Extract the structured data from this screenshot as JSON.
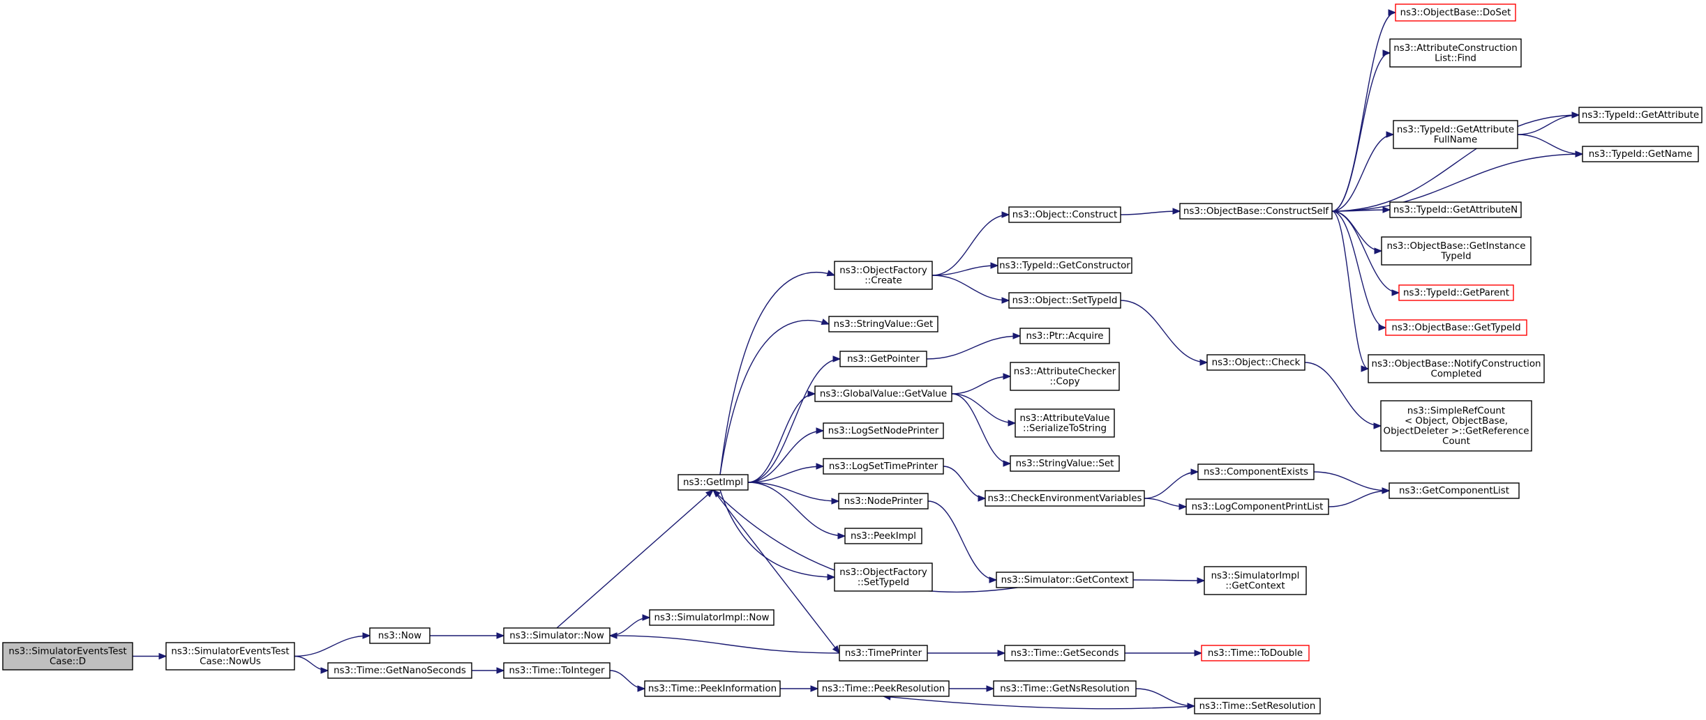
{
  "diagram": {
    "nodes": {
      "root": {
        "lines": [
          "ns3::SimulatorEventsTest",
          "Case::D"
        ],
        "highlight": "root"
      },
      "nowus": {
        "lines": [
          "ns3::SimulatorEventsTest",
          "Case::NowUs"
        ]
      },
      "now": {
        "lines": [
          "ns3::Now"
        ]
      },
      "getnano": {
        "lines": [
          "ns3::Time::GetNanoSeconds"
        ]
      },
      "simnow": {
        "lines": [
          "ns3::Simulator::Now"
        ]
      },
      "tointeger": {
        "lines": [
          "ns3::Time::ToInteger"
        ]
      },
      "simimplnow": {
        "lines": [
          "ns3::SimulatorImpl::Now"
        ]
      },
      "peekinfo": {
        "lines": [
          "ns3::Time::PeekInformation"
        ]
      },
      "getimpl": {
        "lines": [
          "ns3::GetImpl"
        ]
      },
      "peekres": {
        "lines": [
          "ns3::Time::PeekResolution"
        ]
      },
      "getnsres": {
        "lines": [
          "ns3::Time::GetNsResolution"
        ]
      },
      "setres": {
        "lines": [
          "ns3::Time::SetResolution"
        ]
      },
      "ofcreate": {
        "lines": [
          "ns3::ObjectFactory",
          "::Create"
        ]
      },
      "strget": {
        "lines": [
          "ns3::StringValue::Get"
        ]
      },
      "getpointer": {
        "lines": [
          "ns3::GetPointer"
        ]
      },
      "gvgetvalue": {
        "lines": [
          "ns3::GlobalValue::GetValue"
        ]
      },
      "logsetnode": {
        "lines": [
          "ns3::LogSetNodePrinter"
        ]
      },
      "logsettime": {
        "lines": [
          "ns3::LogSetTimePrinter"
        ]
      },
      "nodeprinter": {
        "lines": [
          "ns3::NodePrinter"
        ]
      },
      "peekimpl": {
        "lines": [
          "ns3::PeekImpl"
        ]
      },
      "ofsettypeid": {
        "lines": [
          "ns3::ObjectFactory",
          "::SetTypeId"
        ]
      },
      "timeprinter": {
        "lines": [
          "ns3::TimePrinter"
        ]
      },
      "objconstruct": {
        "lines": [
          "ns3::Object::Construct"
        ]
      },
      "tidgetctor": {
        "lines": [
          "ns3::TypeId::GetConstructor"
        ]
      },
      "objsettypeid": {
        "lines": [
          "ns3::Object::SetTypeId"
        ]
      },
      "ptracquire": {
        "lines": [
          "ns3::Ptr::Acquire"
        ]
      },
      "acheckcopy": {
        "lines": [
          "ns3::AttributeChecker",
          "::Copy"
        ]
      },
      "avserialize": {
        "lines": [
          "ns3::AttributeValue",
          "::SerializeToString"
        ]
      },
      "strset": {
        "lines": [
          "ns3::StringValue::Set"
        ]
      },
      "checkenv": {
        "lines": [
          "ns3::CheckEnvironmentVariables"
        ]
      },
      "simgetctx": {
        "lines": [
          "ns3::Simulator::GetContext"
        ]
      },
      "getseconds": {
        "lines": [
          "ns3::Time::GetSeconds"
        ]
      },
      "obconstructself": {
        "lines": [
          "ns3::ObjectBase::ConstructSelf"
        ]
      },
      "objcheck": {
        "lines": [
          "ns3::Object::Check"
        ]
      },
      "compexists": {
        "lines": [
          "ns3::ComponentExists"
        ]
      },
      "logcompprint": {
        "lines": [
          "ns3::LogComponentPrintList"
        ]
      },
      "simimplgetctx": {
        "lines": [
          "ns3::SimulatorImpl",
          "::GetContext"
        ]
      },
      "todouble": {
        "lines": [
          "ns3::Time::ToDouble"
        ],
        "highlight": "red"
      },
      "obdoset": {
        "lines": [
          "ns3::ObjectBase::DoSet"
        ],
        "highlight": "red"
      },
      "aclfind": {
        "lines": [
          "ns3::AttributeConstruction",
          "List::Find"
        ]
      },
      "tidgetattrfull": {
        "lines": [
          "ns3::TypeId::GetAttribute",
          "FullName"
        ]
      },
      "tidgetattrn": {
        "lines": [
          "ns3::TypeId::GetAttributeN"
        ]
      },
      "obgetinstance": {
        "lines": [
          "ns3::ObjectBase::GetInstance",
          "TypeId"
        ]
      },
      "tidgetparent": {
        "lines": [
          "ns3::TypeId::GetParent"
        ],
        "highlight": "red"
      },
      "obgettypeid": {
        "lines": [
          "ns3::ObjectBase::GetTypeId"
        ],
        "highlight": "red"
      },
      "obnotify": {
        "lines": [
          "ns3::ObjectBase::NotifyConstruction",
          "Completed"
        ]
      },
      "simplerefcount": {
        "lines": [
          "ns3::SimpleRefCount",
          "< Object, ObjectBase,",
          "ObjectDeleter >::GetReference",
          "Count"
        ]
      },
      "getcomplist": {
        "lines": [
          "ns3::GetComponentList"
        ]
      },
      "tidgetattr": {
        "lines": [
          "ns3::TypeId::GetAttribute"
        ]
      },
      "tidgetname": {
        "lines": [
          "ns3::TypeId::GetName"
        ]
      }
    },
    "edges": [
      [
        "root",
        "nowus"
      ],
      [
        "nowus",
        "now"
      ],
      [
        "nowus",
        "getnano"
      ],
      [
        "now",
        "simnow"
      ],
      [
        "getnano",
        "tointeger"
      ],
      [
        "simnow",
        "simimplnow"
      ],
      [
        "simnow",
        "getimpl"
      ],
      [
        "tointeger",
        "peekinfo"
      ],
      [
        "peekinfo",
        "peekres"
      ],
      [
        "peekres",
        "getnsres"
      ],
      [
        "getnsres",
        "setres"
      ],
      [
        "setres",
        "peekres"
      ],
      [
        "getimpl",
        "ofcreate"
      ],
      [
        "getimpl",
        "strget"
      ],
      [
        "getimpl",
        "getpointer"
      ],
      [
        "getimpl",
        "gvgetvalue"
      ],
      [
        "getimpl",
        "logsetnode"
      ],
      [
        "getimpl",
        "logsettime"
      ],
      [
        "getimpl",
        "nodeprinter"
      ],
      [
        "getimpl",
        "peekimpl"
      ],
      [
        "getimpl",
        "ofsettypeid"
      ],
      [
        "getimpl",
        "timeprinter"
      ],
      [
        "timeprinter",
        "simnow"
      ],
      [
        "timeprinter",
        "getseconds"
      ],
      [
        "getseconds",
        "todouble"
      ],
      [
        "simgetctx",
        "getimpl"
      ],
      [
        "simgetctx",
        "simimplgetctx"
      ],
      [
        "nodeprinter",
        "simgetctx"
      ],
      [
        "logsettime",
        "checkenv"
      ],
      [
        "checkenv",
        "compexists"
      ],
      [
        "checkenv",
        "logcompprint"
      ],
      [
        "compexists",
        "getcomplist"
      ],
      [
        "logcompprint",
        "getcomplist"
      ],
      [
        "gvgetvalue",
        "acheckcopy"
      ],
      [
        "gvgetvalue",
        "avserialize"
      ],
      [
        "gvgetvalue",
        "strset"
      ],
      [
        "getpointer",
        "ptracquire"
      ],
      [
        "ofcreate",
        "objconstruct"
      ],
      [
        "ofcreate",
        "tidgetctor"
      ],
      [
        "ofcreate",
        "objsettypeid"
      ],
      [
        "objsettypeid",
        "objcheck"
      ],
      [
        "objcheck",
        "simplerefcount"
      ],
      [
        "objconstruct",
        "obconstructself"
      ],
      [
        "obconstructself",
        "obdoset"
      ],
      [
        "obconstructself",
        "aclfind"
      ],
      [
        "obconstructself",
        "tidgetattr"
      ],
      [
        "obconstructself",
        "tidgetattrfull"
      ],
      [
        "obconstructself",
        "tidgetname"
      ],
      [
        "obconstructself",
        "tidgetattrn"
      ],
      [
        "obconstructself",
        "obgetinstance"
      ],
      [
        "obconstructself",
        "tidgetparent"
      ],
      [
        "obconstructself",
        "obgettypeid"
      ],
      [
        "obconstructself",
        "obnotify"
      ],
      [
        "tidgetattrfull",
        "tidgetattr"
      ],
      [
        "tidgetattrfull",
        "tidgetname"
      ]
    ]
  }
}
